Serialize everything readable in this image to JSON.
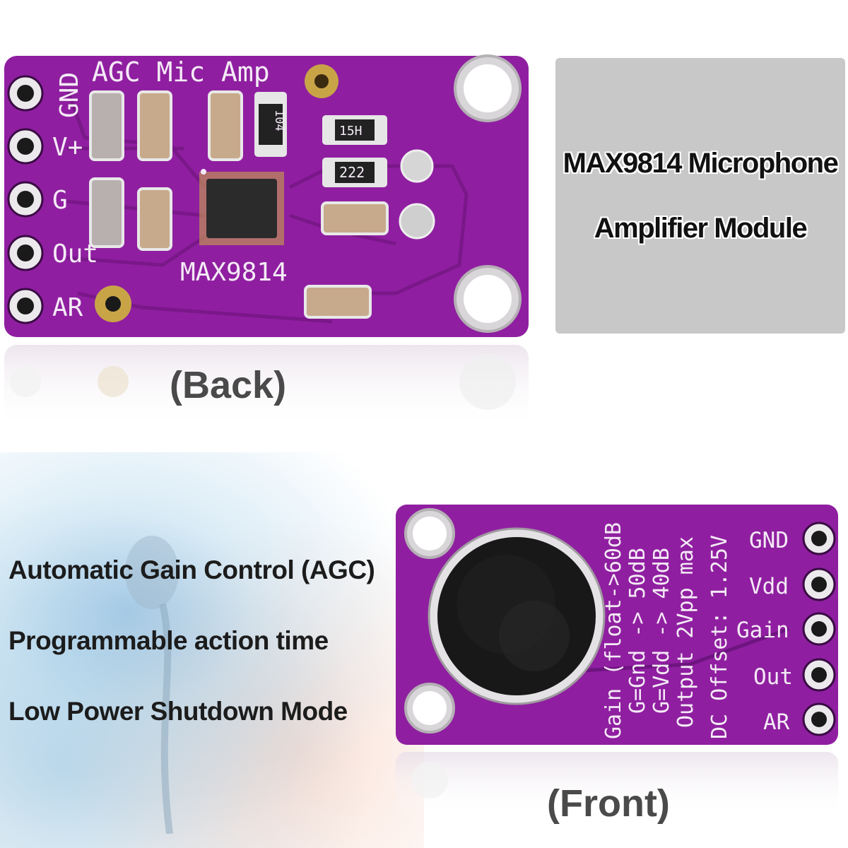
{
  "title_lines": [
    "MAX9814 Microphone",
    "Amplifier Module"
  ],
  "back_label": "(Back)",
  "front_label": "(Front)",
  "features": [
    "Automatic Gain Control (AGC)",
    "Programmable action time",
    "Low Power Shutdown Mode"
  ],
  "back_board": {
    "header": "AGC Mic Amp",
    "chip_label": "MAX9814",
    "pins": [
      "GND",
      "V+",
      "G",
      "Out",
      "AR"
    ],
    "resistor_codes": [
      "104",
      "15H",
      "222"
    ]
  },
  "front_board": {
    "pins": [
      "GND",
      "Vdd",
      "Gain",
      "Out",
      "AR"
    ],
    "notes": [
      "Gain (float->60dB",
      "G=Gnd -> 50dB",
      "G=Vdd -> 40dB",
      "Output 2Vpp max",
      "DC Offset: 1.25V"
    ]
  },
  "colors": {
    "pcb": "#8f1fa0",
    "pcb_dark": "#6e1480",
    "silk": "#f4eaf6",
    "gold": "#c9a447",
    "title_box": "#c8c8c8"
  }
}
